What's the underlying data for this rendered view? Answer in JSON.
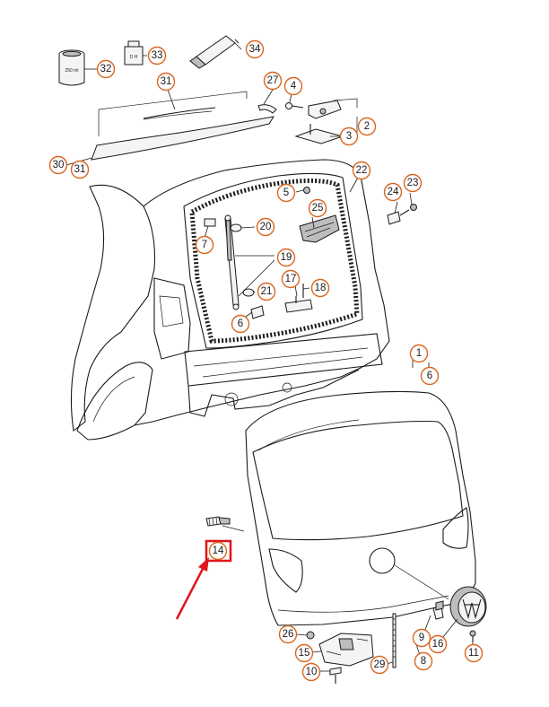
{
  "diagram": {
    "container_labels": {
      "part_32": "250 ml",
      "part_33": "D H"
    },
    "callouts": [
      {
        "key": "c34",
        "label": "34"
      },
      {
        "key": "c33",
        "label": "33"
      },
      {
        "key": "c32",
        "label": "32"
      },
      {
        "key": "c31top",
        "label": "31"
      },
      {
        "key": "c27",
        "label": "27"
      },
      {
        "key": "c4",
        "label": "4"
      },
      {
        "key": "c2",
        "label": "2"
      },
      {
        "key": "c3",
        "label": "3"
      },
      {
        "key": "c30",
        "label": "30"
      },
      {
        "key": "c31side",
        "label": "31"
      },
      {
        "key": "c22",
        "label": "22"
      },
      {
        "key": "c5",
        "label": "5"
      },
      {
        "key": "c24",
        "label": "24"
      },
      {
        "key": "c23",
        "label": "23"
      },
      {
        "key": "c25",
        "label": "25"
      },
      {
        "key": "c20",
        "label": "20"
      },
      {
        "key": "c7",
        "label": "7"
      },
      {
        "key": "c19",
        "label": "19"
      },
      {
        "key": "c17",
        "label": "17"
      },
      {
        "key": "c18",
        "label": "18"
      },
      {
        "key": "c21",
        "label": "21"
      },
      {
        "key": "c6top",
        "label": "6"
      },
      {
        "key": "c1",
        "label": "1"
      },
      {
        "key": "c6right",
        "label": "6"
      },
      {
        "key": "c14",
        "label": "14"
      },
      {
        "key": "c26",
        "label": "26"
      },
      {
        "key": "c15",
        "label": "15"
      },
      {
        "key": "c10",
        "label": "10"
      },
      {
        "key": "c29",
        "label": "29"
      },
      {
        "key": "c9",
        "label": "9"
      },
      {
        "key": "c16",
        "label": "16"
      },
      {
        "key": "c8",
        "label": "8"
      },
      {
        "key": "c11",
        "label": "11"
      }
    ],
    "highlight": {
      "part": "14",
      "color": "#e0141a"
    },
    "colors": {
      "callout_ring": "#d9661f",
      "line": "#1a1a1a",
      "highlight": "#e0141a"
    }
  }
}
